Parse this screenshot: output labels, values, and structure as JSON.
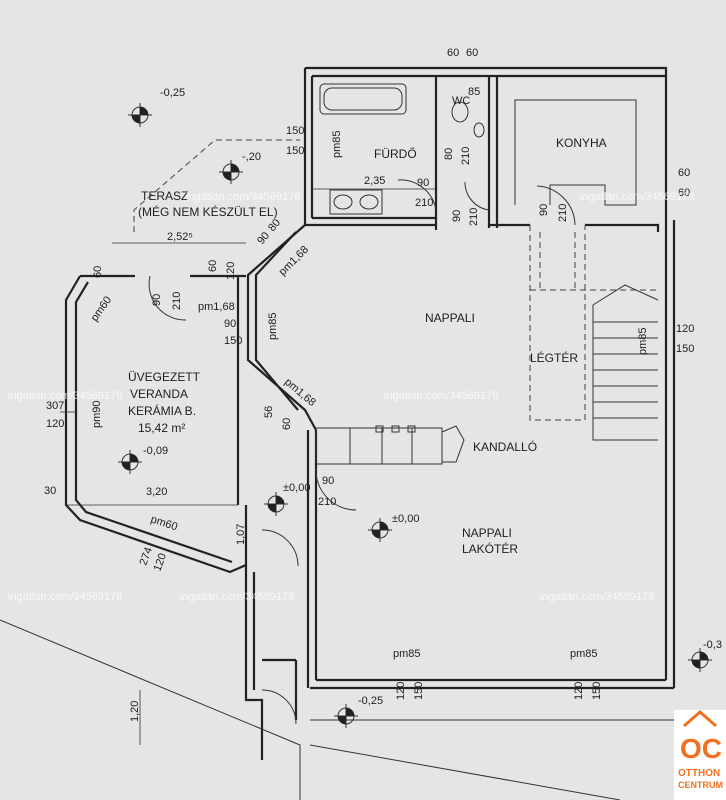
{
  "rooms": {
    "furdo": "FÜRDŐ",
    "wc": "WC",
    "konyha": "KONYHA",
    "terasz_1": "TERASZ",
    "terasz_2": "(MÉG NEM KÉSZÜLT EL)",
    "nappali": "NAPPALI",
    "legter": "LÉGTÉR",
    "veranda_1": "ÜVEGEZETT",
    "veranda_2": "VERANDA",
    "veranda_3": "KERÁMIA B.",
    "veranda_area": "15,42 m²",
    "kandallo": "KANDALLÓ",
    "lakoter_1": "NAPPALI",
    "lakoter_2": "LAKÓTÉR"
  },
  "levels": {
    "top_left": "-0,25",
    "terrace": "-,20",
    "veranda": "-0,09",
    "entry": "±0,00",
    "living": "±0,00",
    "bottom": "-0,25",
    "right": "-0,3"
  },
  "dimensions": {
    "d60a": "60",
    "d60b": "60",
    "d85_wc": "85",
    "d150_top": "150",
    "d150_top2": "150",
    "pm85_furdo": "pm85",
    "d80_furdo": "80",
    "d210_furdo": "210",
    "d235": "2,35",
    "d90_wc": "90",
    "d210_wc": "210",
    "d60_k1": "60",
    "d60_k2": "60",
    "d90_k": "90",
    "d210_k": "210",
    "d90_door": "90",
    "d210_door": "210",
    "d252": "2,52⁵",
    "d90_t": "90",
    "d80_t": "80",
    "d60_v1": "60",
    "d120_v1": "120",
    "d60_v2": "60",
    "pm60_a": "pm60",
    "d90_v": "90",
    "d210_v": "210",
    "pm168_a": "pm1,68",
    "pm168_b": "pm1,68",
    "pm168_c": "pm1,68",
    "d90_h": "90",
    "d150_h": "150",
    "pm85_h": "pm85",
    "d120_r": "120",
    "d150_r": "150",
    "pm85_r": "pm85",
    "d307": "307",
    "d120_l": "120",
    "pm90": "pm90",
    "d56": "56",
    "d60_d": "60",
    "d90_l": "90",
    "d210_l": "210",
    "d30": "30",
    "d320": "3,20",
    "pm60_b": "pm60",
    "d274": "274",
    "d120_b": "120",
    "d107": "1,07",
    "pm85_b1": "pm85",
    "d120_b1": "120",
    "d150_b1": "150",
    "pm85_b2": "pm85",
    "d120_b2": "120",
    "d150_b2": "150",
    "d120_s": "1,20"
  },
  "watermark": "ingatlan.com/34569178",
  "logo": {
    "mark": "OC",
    "line1": "OTTHON",
    "line2": "CENTRUM"
  },
  "colors": {
    "paper": "#e4e5e4",
    "ink": "#222222",
    "logo": "#f07020"
  }
}
